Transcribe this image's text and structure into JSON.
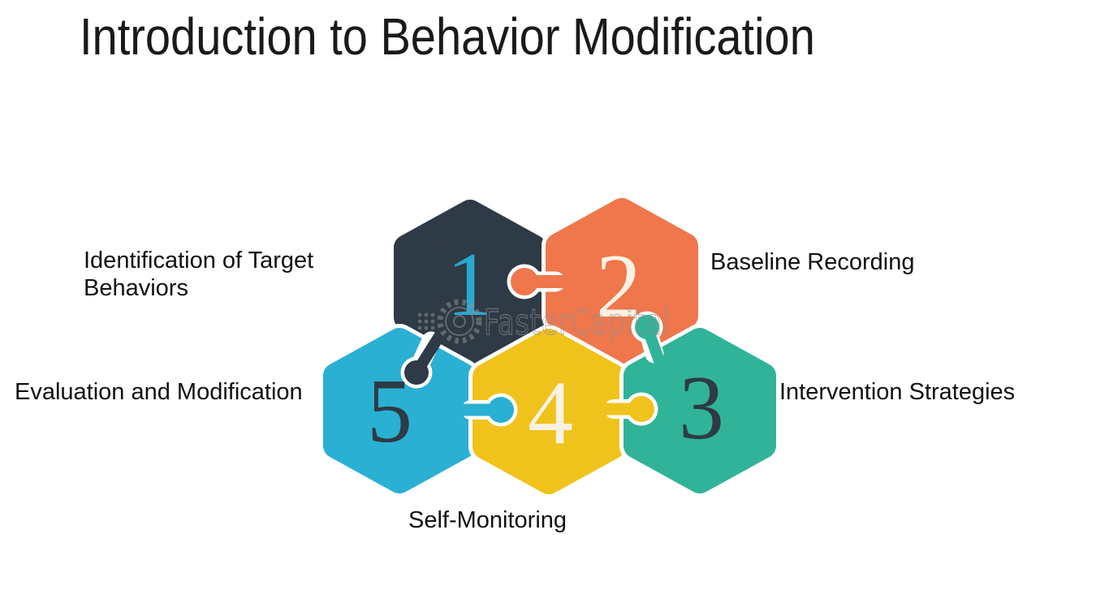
{
  "page_title": "Introduction to Behavior Modification",
  "watermark": {
    "text": "FasterCapital",
    "icon": "gear-icon"
  },
  "palette": {
    "background": "#ffffff",
    "title_text": "#1a1a1a",
    "label_text": "#111111",
    "piece_outline": "#ffffff",
    "watermark_gray": "#8f8f8f"
  },
  "diagram": {
    "type": "puzzle-hexagon-steps",
    "steps": [
      {
        "number": "1",
        "label": "Identification of Target Behaviors",
        "color": "#2e3a45",
        "number_color": "#2aa8d0",
        "label_position": "left"
      },
      {
        "number": "2",
        "label": "Baseline Recording",
        "color": "#f0764c",
        "number_color": "#f9f1e2",
        "label_position": "right"
      },
      {
        "number": "3",
        "label": "Intervention Strategies",
        "color": "#30b399",
        "number_color": "#2e3a45",
        "label_position": "right"
      },
      {
        "number": "4",
        "label": "Self-Monitoring",
        "color": "#f0c31c",
        "number_color": "#f9f1e2",
        "label_position": "bottom"
      },
      {
        "number": "5",
        "label": "Evaluation and Modification",
        "color": "#2ab0d3",
        "number_color": "#2e3a45",
        "label_position": "left"
      }
    ]
  }
}
